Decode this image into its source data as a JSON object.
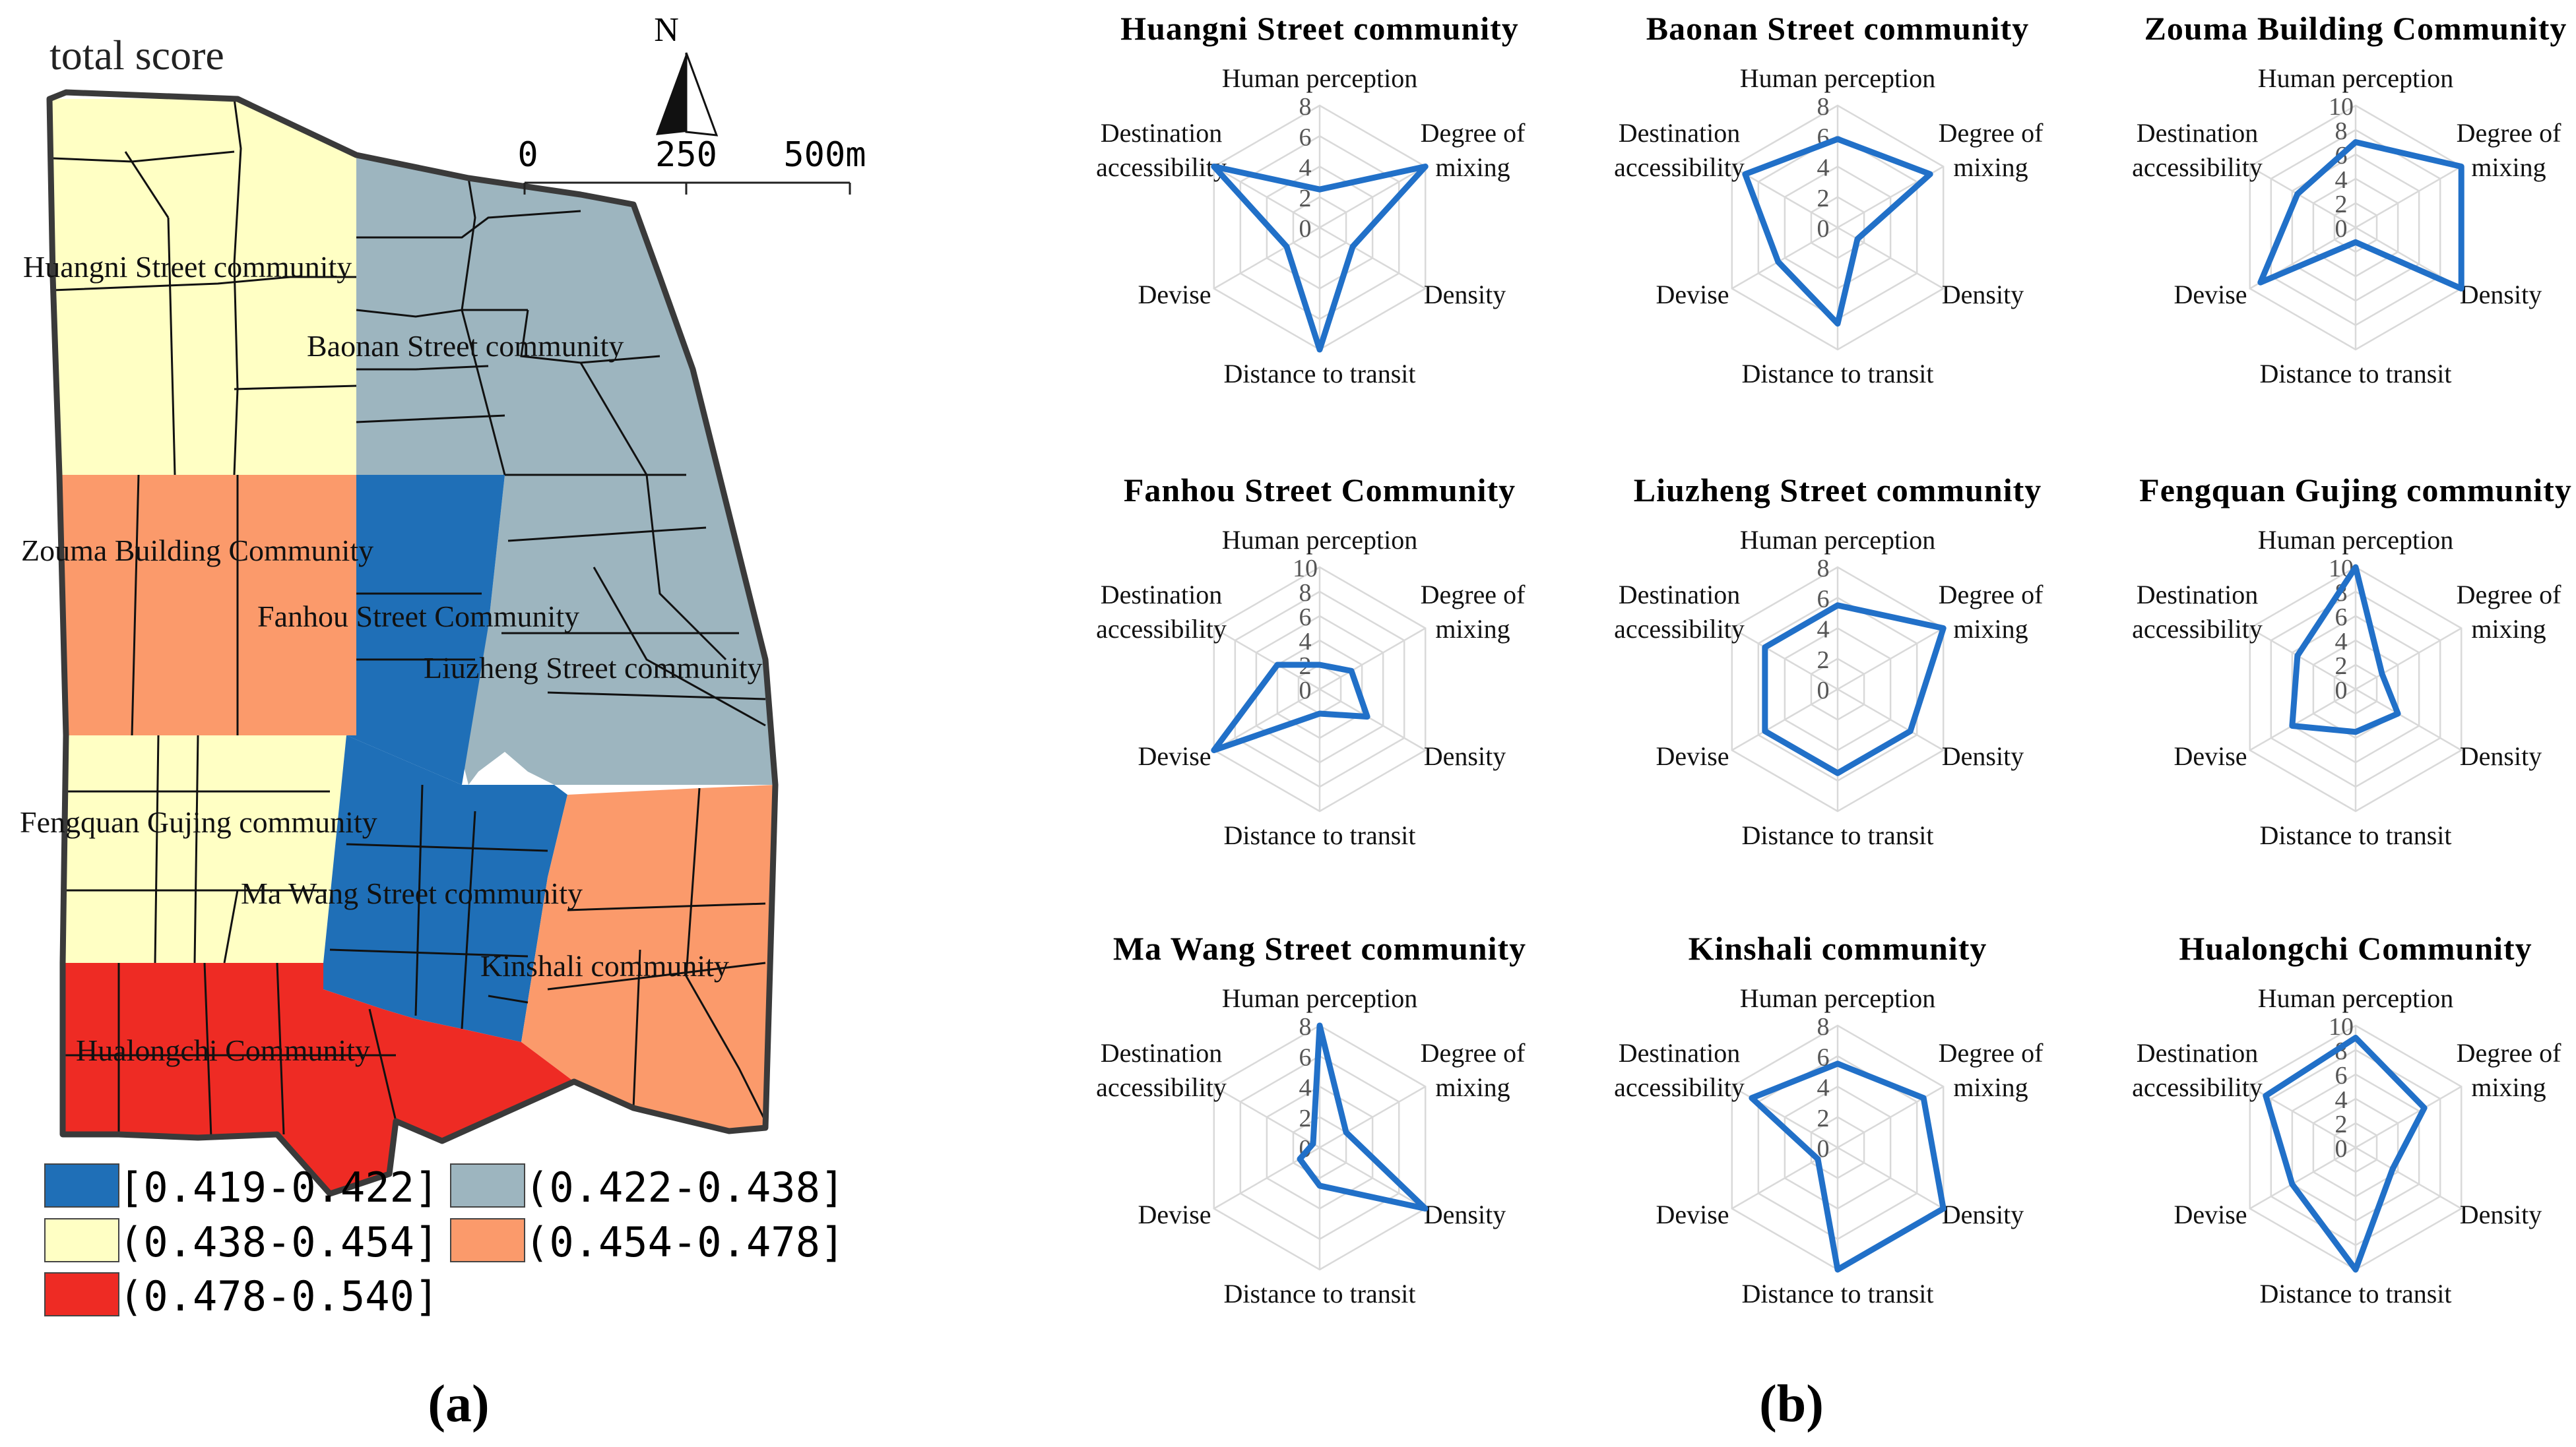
{
  "map": {
    "title": "total score",
    "north": "N",
    "scale": [
      "0",
      "250",
      "500m"
    ],
    "labels": [
      "Huangni Street community",
      "Baonan Street community",
      "Zouma Building Community",
      "Fanhou Street Community",
      "Liuzheng Street community",
      "Fengquan Gujing community",
      "Ma Wang Street community",
      "Kinshali community",
      "Hualongchi Community"
    ],
    "legend": [
      {
        "label": "[0.419-0.422]",
        "color": "#1f6fb7"
      },
      {
        "label": "(0.422-0.438]",
        "color": "#9db5bf"
      },
      {
        "label": "(0.438-0.454]",
        "color": "#ffffc4"
      },
      {
        "label": "(0.454-0.478]",
        "color": "#fb9a6b"
      },
      {
        "label": "(0.478-0.540]",
        "color": "#ee2b24"
      }
    ],
    "panel_label": "(a)"
  },
  "chart_data": {
    "type": "radar",
    "panel_label": "(b)",
    "line_color": "#2170c8",
    "axes": [
      "Human perception",
      "Degree of mixing",
      "Density",
      "Distance to transit",
      "Devise",
      "Destination accessibility"
    ],
    "charts": [
      {
        "title": "Huangni Street community",
        "max": 8,
        "ticks": [
          "8",
          "6",
          "4",
          "2",
          "0"
        ],
        "values": [
          2.5,
          8,
          2.5,
          8,
          2.5,
          8
        ]
      },
      {
        "title": "Baonan Street community",
        "max": 8,
        "ticks": [
          "8",
          "6",
          "4",
          "2",
          "0"
        ],
        "values": [
          5.8,
          7,
          1.5,
          6.3,
          4.5,
          7
        ]
      },
      {
        "title": "Zouma Building Community",
        "max": 10,
        "ticks": [
          "10",
          "8",
          "6",
          "4",
          "2",
          "0"
        ],
        "values": [
          7,
          10,
          10,
          1.2,
          9,
          5.5
        ]
      },
      {
        "title": "Fanhou Street Community",
        "max": 10,
        "ticks": [
          "10",
          "8",
          "6",
          "4",
          "2",
          "0"
        ],
        "values": [
          2,
          3,
          4.5,
          2,
          10,
          4
        ]
      },
      {
        "title": "Liuzheng Street community",
        "max": 8,
        "ticks": [
          "8",
          "6",
          "4",
          "2",
          "0"
        ],
        "values": [
          5.5,
          8,
          5.5,
          5.5,
          5.5,
          5.5
        ]
      },
      {
        "title": "Fengquan Gujing community",
        "max": 10,
        "ticks": [
          "10",
          "8",
          "6",
          "4",
          "2",
          "0"
        ],
        "values": [
          10,
          2.5,
          4,
          3.5,
          6,
          5.5
        ]
      },
      {
        "title": "Ma Wang Street community",
        "max": 8,
        "ticks": [
          "8",
          "6",
          "4",
          "2",
          "0"
        ],
        "values": [
          8,
          2,
          8,
          2.5,
          1.5,
          0.5
        ]
      },
      {
        "title": "Kinshali community",
        "max": 8,
        "ticks": [
          "8",
          "6",
          "4",
          "2",
          "0"
        ],
        "values": [
          5.5,
          6.5,
          8,
          8,
          1.5,
          6.5
        ]
      },
      {
        "title": "Hualongchi Community",
        "max": 10,
        "ticks": [
          "10",
          "8",
          "6",
          "4",
          "2",
          "0"
        ],
        "values": [
          9,
          6.5,
          3.5,
          10,
          6,
          8.5
        ]
      }
    ]
  }
}
